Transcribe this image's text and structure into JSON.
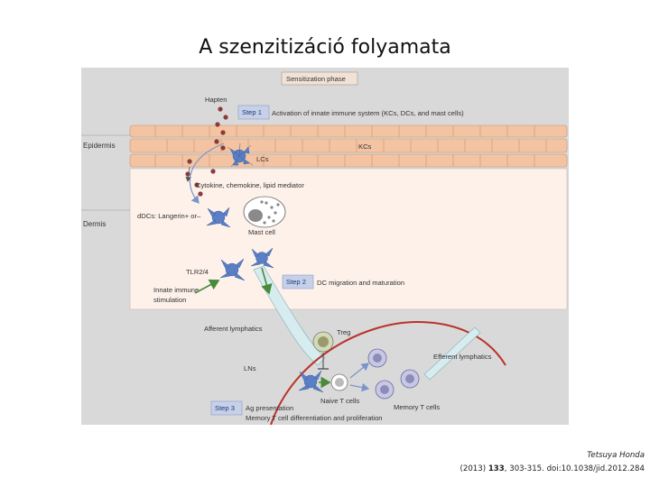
{
  "slide": {
    "title": "A szenzitizáció folyamata"
  },
  "figure": {
    "phase_label": "Sensitization phase",
    "hapten": "Hapten",
    "step1": {
      "tag": "Step 1",
      "text": "Activation of innate immune system (KCs, DCs, and mast cells)"
    },
    "epidermis": "Epidermis",
    "kcs": "KCs",
    "lcs": "LCs",
    "cytokine": "Cytokine, chemokine, lipid mediator",
    "dermis": "Dermis",
    "ddcs": "dDCs: Langerin+ or–",
    "mast_cell": "Mast cell",
    "tlr": "TLR2/4",
    "innate_line1": "Innate immune",
    "innate_line2": "stimulation",
    "step2": {
      "tag": "Step 2",
      "text": "DC migration and maturation"
    },
    "afferent": "Afferent lymphatics",
    "treg": "Treg",
    "efferent": "Efferent lymphatics",
    "lns": "LNs",
    "naive": "Naive T cells",
    "memory": "Memory T cells",
    "step3": {
      "tag": "Step 3",
      "line1": "Ag presentation",
      "line2": "Memory T cell differentiation and proliferation"
    }
  },
  "citation": {
    "author": "Tetsuya Honda",
    "year": "(2013)",
    "volume": "133",
    "rest": ", 303-315. doi:10.1038/jid.2012.284"
  },
  "colors": {
    "figure_bg": "#d9d9d9",
    "dermis_bg": "#fdf1ea",
    "kc_cell": "#f3c3a2",
    "dc_blue": "#5b7fc4",
    "hapten_dot": "#8b3a3a",
    "step_box": "#c6d0e8",
    "ln_curve": "#b8322a",
    "lymph_vessel": "#d6ecef"
  }
}
